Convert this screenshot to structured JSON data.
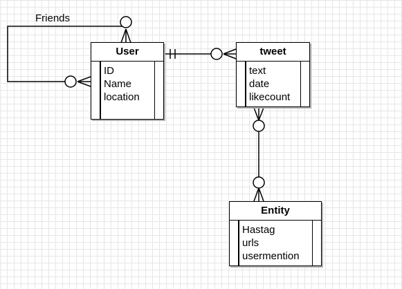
{
  "relationship_labels": {
    "friends": "Friends"
  },
  "entities": {
    "user": {
      "title": "User",
      "attributes": [
        "ID",
        "Name",
        "location"
      ]
    },
    "tweet": {
      "title": "tweet",
      "attributes": [
        "text",
        "date",
        "likecount"
      ]
    },
    "entity": {
      "title": "Entity",
      "attributes": [
        "Hastag",
        "urls",
        "usermention"
      ]
    }
  },
  "colors": {
    "line": "#000000",
    "grid": "#e6e6e6",
    "shadow": "#b3b3b3",
    "background": "#ffffff"
  }
}
